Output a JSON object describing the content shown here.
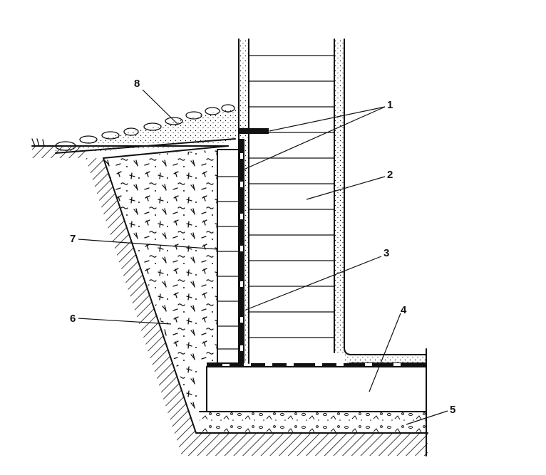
{
  "callouts": [
    {
      "id": "1",
      "text": "1"
    },
    {
      "id": "2",
      "text": "2"
    },
    {
      "id": "3",
      "text": "3"
    },
    {
      "id": "4",
      "text": "4"
    },
    {
      "id": "5",
      "text": "5"
    },
    {
      "id": "6",
      "text": "6"
    },
    {
      "id": "7",
      "text": "7"
    },
    {
      "id": "8",
      "text": "8"
    }
  ],
  "colors": {
    "ink": "#111111",
    "background": "#ffffff"
  }
}
